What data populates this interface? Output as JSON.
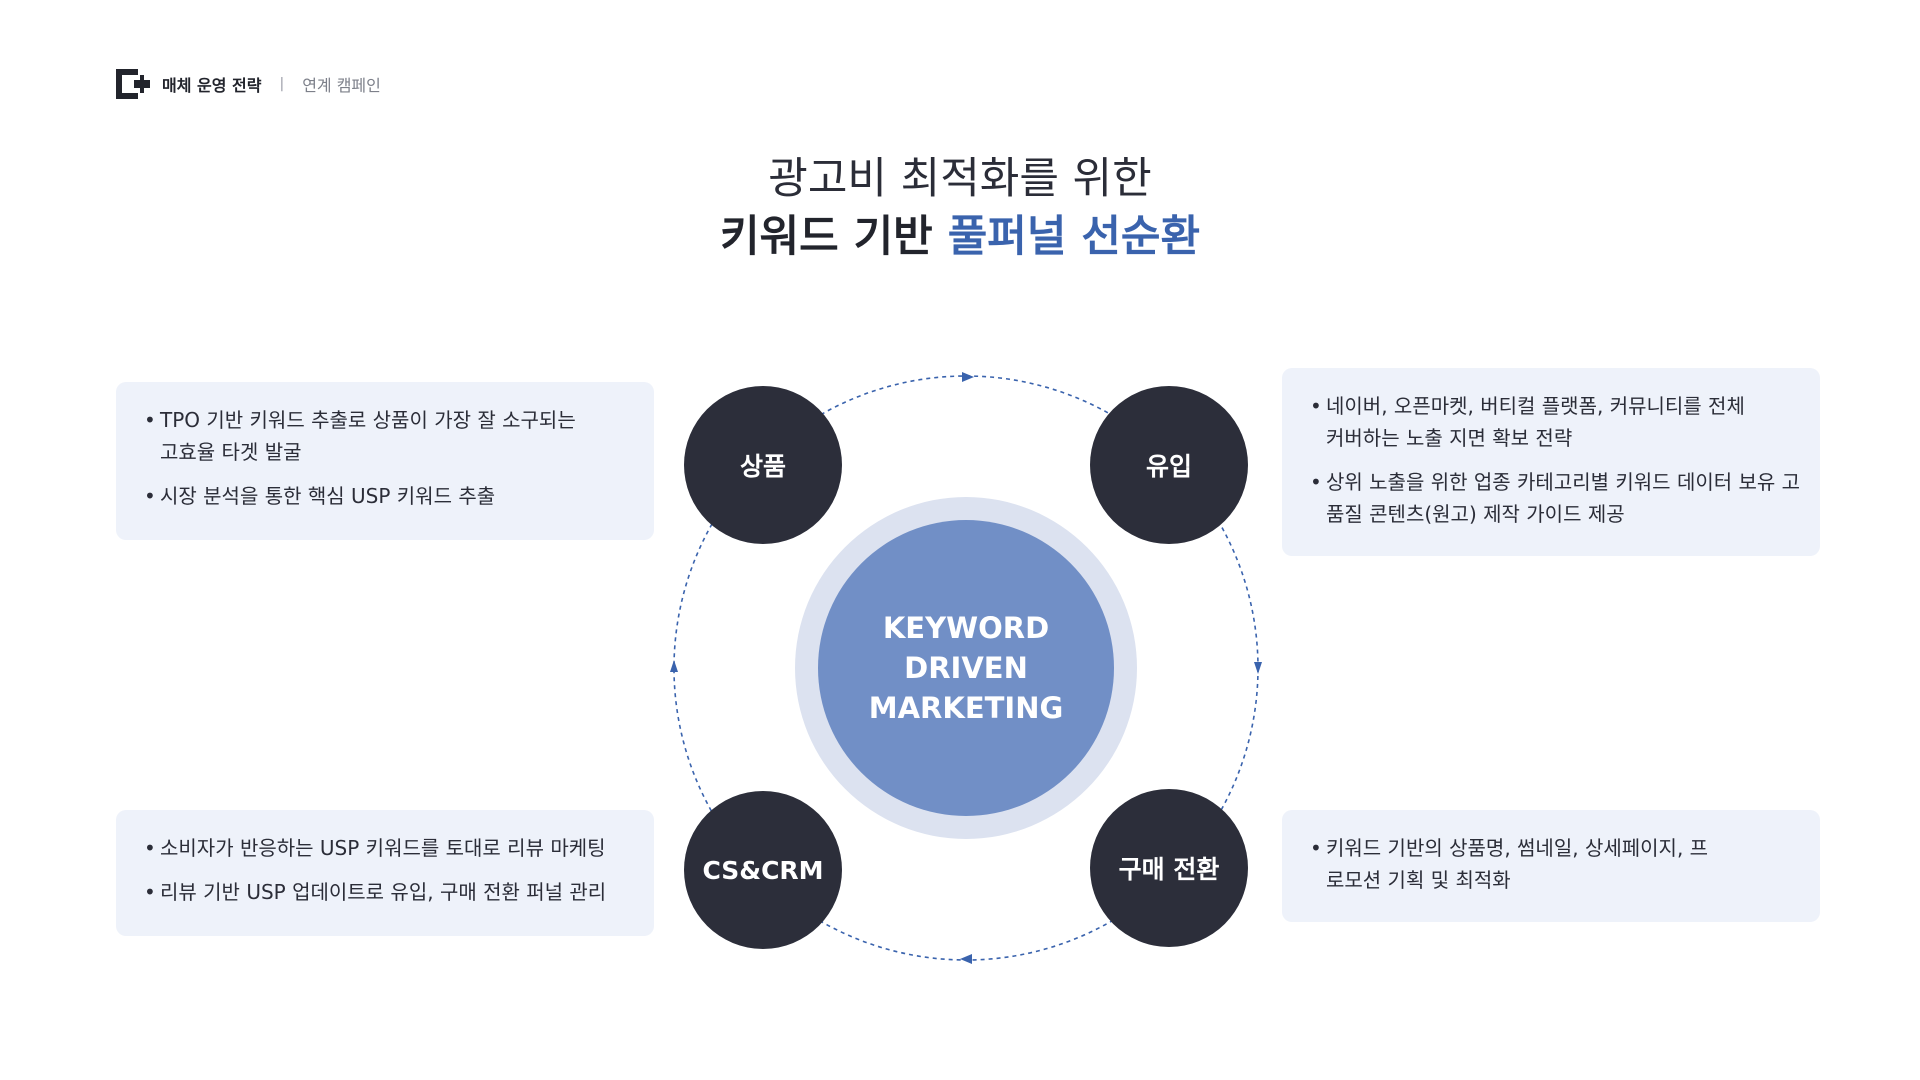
{
  "header": {
    "brand": "매체 운영 전략",
    "separator": "|",
    "subtitle": "연계 캠페인"
  },
  "title": {
    "line1": "광고비 최적화를 위한",
    "line2_plain": "키워드 기반 ",
    "line2_accent": "풀퍼널 선순환"
  },
  "center": {
    "label": "KEYWORD DRIVEN MARKETING"
  },
  "nodes": {
    "product": "상품",
    "inflow": "유입",
    "crm": "CS&CRM",
    "purchase": "구매 전환"
  },
  "boxes": {
    "product": [
      "TPO 기반 키워드 추출로 상품이 가장 잘 소구되는 고효율 타겟 발굴",
      "시장 분석을 통한 핵심 USP 키워드 추출"
    ],
    "inflow": [
      "네이버, 오픈마켓, 버티컬 플랫폼, 커뮤니티를 전체 커버하는 노출 지면 확보 전략",
      "상위 노출을 위한 업종 카테고리별 키워드 데이터 보유 고품질 콘텐츠(원고) 제작 가이드 제공"
    ],
    "crm": [
      "소비자가 반응하는 USP 키워드를 토대로 리뷰 마케팅",
      "리뷰 기반 USP 업데이트로 유입, 구매 전환 퍼널 관리"
    ],
    "purchase": [
      "키워드 기반의 상품명, 썸네일, 상세페이지, 프로모션 기획 및 최적화"
    ]
  },
  "colors": {
    "accent": "#3a63ad",
    "node": "#2c2e3a",
    "center": "#718fc6",
    "center_ring": "#dce2f0",
    "box": "#eef2fa",
    "cycle_line": "#3a63ad"
  },
  "icons": {
    "logo": "brand-logo-icon",
    "cycle_arrow": "arrowhead-icon"
  }
}
